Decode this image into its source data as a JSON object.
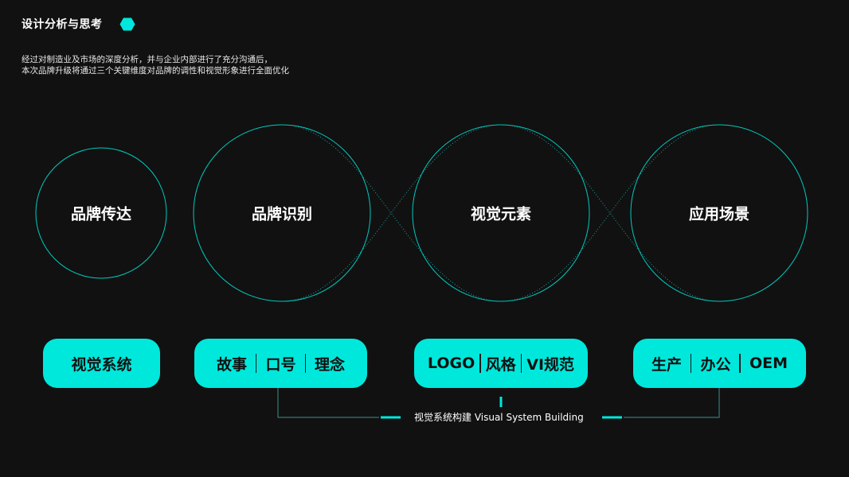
{
  "header": {
    "title": "设计分析与思考",
    "accent_color": "#00e8dc",
    "icon": "hexagon-icon"
  },
  "description": {
    "line1": "经过对制造业及市场的深度分析，并与企业内部进行了充分沟通后，",
    "line2": "本次品牌升级将通过三个关键维度对品牌的调性和视觉形象进行全面优化"
  },
  "circles": [
    {
      "label": "品牌传达"
    },
    {
      "label": "品牌识别"
    },
    {
      "label": "视觉元素"
    },
    {
      "label": "应用场景"
    }
  ],
  "pills": [
    {
      "segments": [
        "视觉系统"
      ]
    },
    {
      "segments": [
        "故事",
        "口号",
        "理念"
      ]
    },
    {
      "segments": [
        "LOGO",
        "风格",
        "VI规范"
      ]
    },
    {
      "segments": [
        "生产",
        "办公",
        "OEM"
      ]
    }
  ],
  "footer": {
    "caption": "视觉系统构建  Visual System Building"
  }
}
